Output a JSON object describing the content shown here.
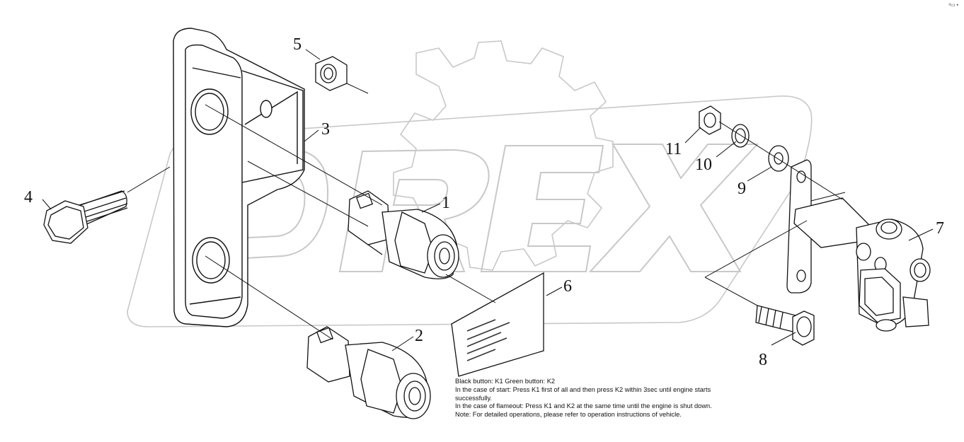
{
  "part_numbers": [
    "1",
    "2",
    "3",
    "4",
    "5",
    "6",
    "7",
    "8",
    "9",
    "10",
    "11"
  ],
  "note": {
    "line1": "Black button: K1 Green button: K2",
    "line2": "In the case of start: Press K1 first of all and then press K2 within 3sec until engine starts",
    "line3": "successfully.",
    "line4": "In the case of flameout: Press K1 and K2 at the same time until the engine is shut down.",
    "line5": "Note: For detailed operations, please refer to operation instructions of vehicle."
  },
  "watermark": "OREX",
  "corner_mark": "ᵃ▭ ▪"
}
